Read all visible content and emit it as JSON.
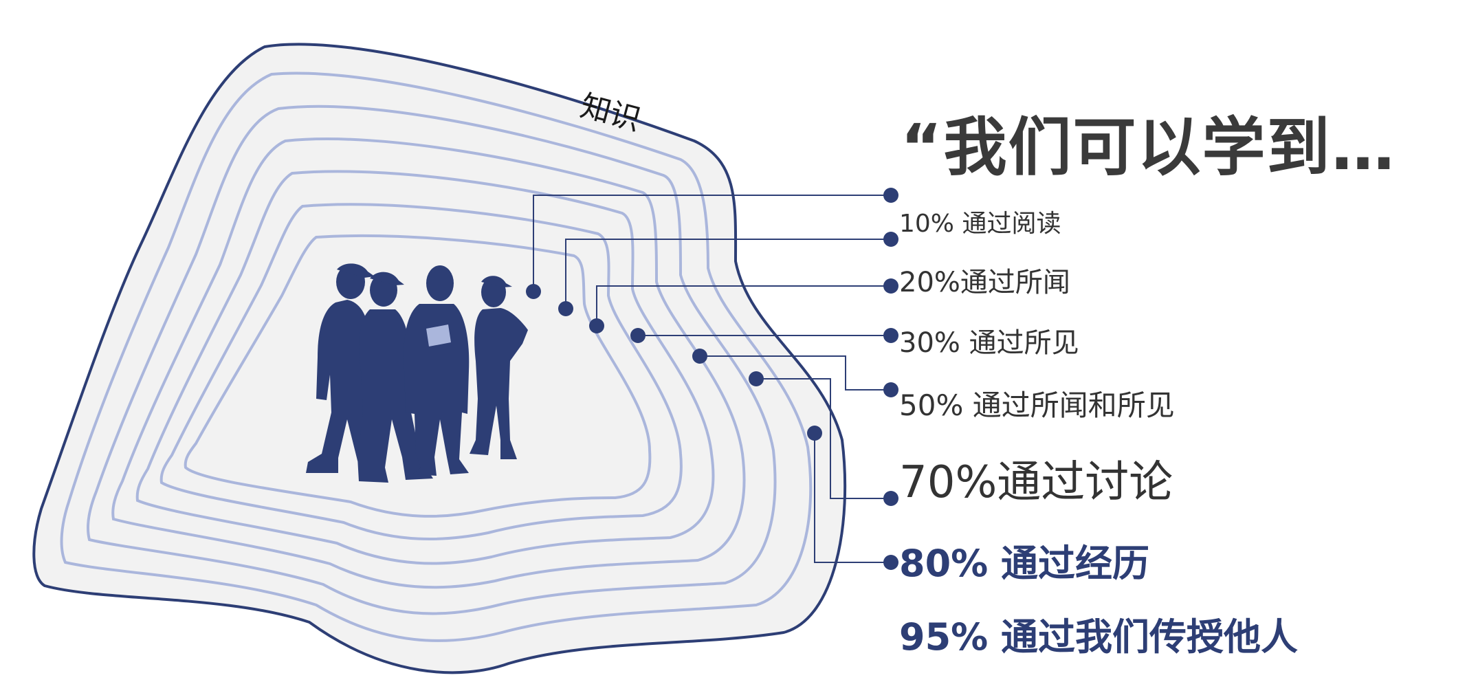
{
  "diagram": {
    "label_knowledge": "知识",
    "title": "“我们可以学到…",
    "stats": [
      "10% 通过阅读",
      "20%通过所闻",
      "30% 通过所见",
      "50% 通过所闻和所见",
      "70%通过讨论",
      "80% 通过经历",
      "95% 通过我们传授他人"
    ],
    "people": 4
  },
  "colors": {
    "outline": "#2d3e75",
    "contour": "#aab6dc",
    "fill": "#f2f2f2",
    "accent_text": "#2d3e75",
    "text": "#333333"
  }
}
